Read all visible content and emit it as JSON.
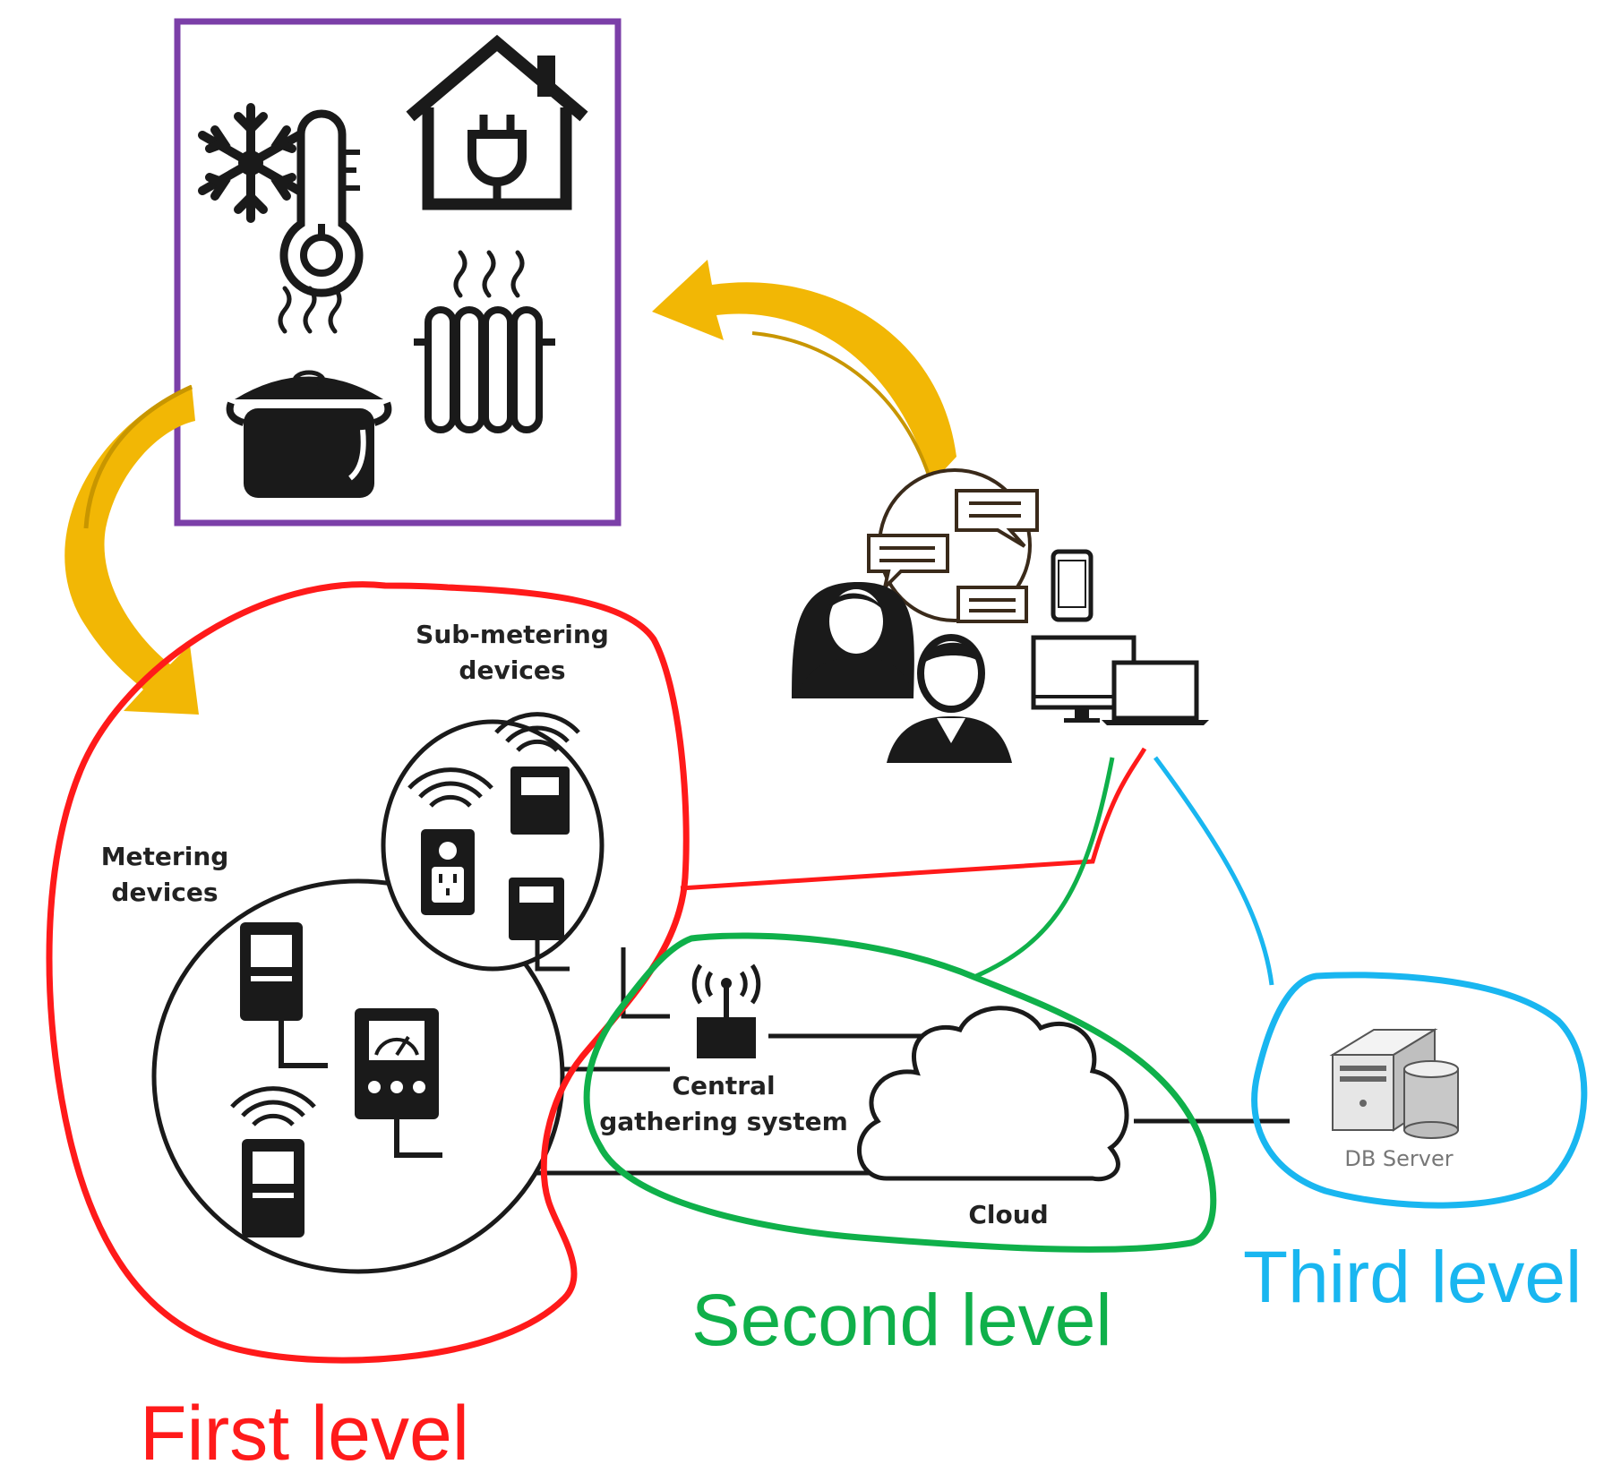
{
  "labels": {
    "sub_metering": [
      "Sub-metering",
      "devices"
    ],
    "metering": [
      "Metering",
      "devices"
    ],
    "central": [
      "Central",
      "gathering system"
    ],
    "cloud": "Cloud",
    "db_server": "DB Server",
    "first_level": "First level",
    "second_level": "Second level",
    "third_level": "Third level"
  },
  "icons": [
    "snowflake-thermometer-icon",
    "house-plug-icon",
    "steaming-pot-icon",
    "radiator-icon",
    "users-icon",
    "chat-bubbles-icon",
    "smartphone-icon",
    "desktop-icon",
    "laptop-icon",
    "antenna-icon",
    "cloud-icon",
    "db-server-icon",
    "meter-icon",
    "gauge-meter-icon",
    "smart-plug-icon"
  ],
  "colors": {
    "first_level": "#ff1a1a",
    "second_level": "#0fb04a",
    "third_level": "#19b6f0",
    "appliance_box": "#7b3fa8",
    "arrow": "#f2b705",
    "arrow_dark": "#c89600",
    "ink": "#1a1a1a"
  }
}
